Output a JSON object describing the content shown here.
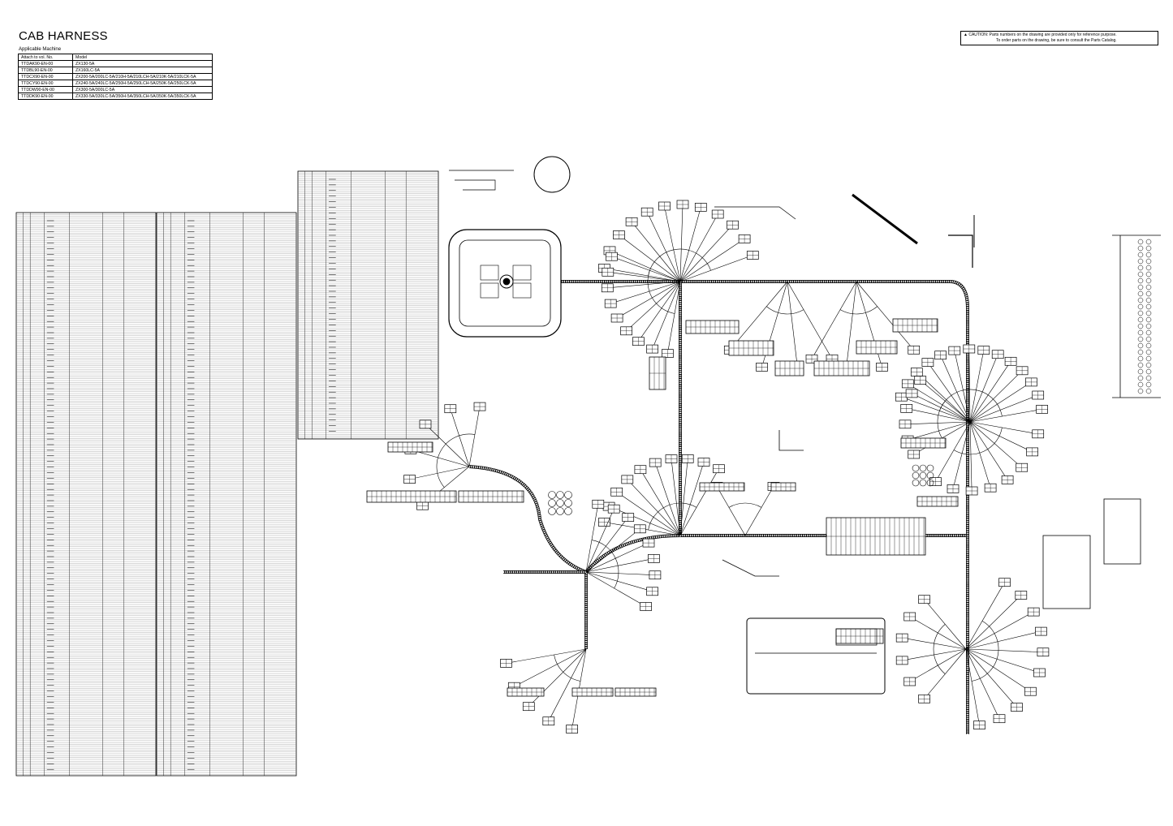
{
  "header": {
    "title": "CAB HARNESS",
    "applicable_label": "Applicable Machine",
    "table_headers": [
      "Attach to vol. No.",
      "Model"
    ],
    "rows": [
      {
        "vol": "TTDAK90-EN-00",
        "model": "ZX130-5A"
      },
      {
        "vol": "TTDBL90-EN-00",
        "model": "ZX160LC-5A"
      },
      {
        "vol": "TTDCX90-EN-00",
        "model": "ZX200-5A/200LC-5A/210H-5A/210LCH-5A/210K-5A/210LCK-5A"
      },
      {
        "vol": "TTDCY90-EN-00",
        "model": "ZX240-5A/240LC-5A/250H-5A/250LCH-5A/250K-5A/250LCK-5A"
      },
      {
        "vol": "TTDDW90-EN-00",
        "model": "ZX300-5A/300LC-5A"
      },
      {
        "vol": "TTDDK90-EN-00",
        "model": "ZX330-5A/330LC-5A/350H-5A/350LCH-5A/350K-5A/350LCK-5A"
      }
    ]
  },
  "caution": {
    "icon": "warning-triangle-icon",
    "line1": "CAUTION: Parts numbers on the drawing are provided only for reference purpose.",
    "line2": "To order parts on the drawing, be sure to consult the Parts Catalog."
  }
}
